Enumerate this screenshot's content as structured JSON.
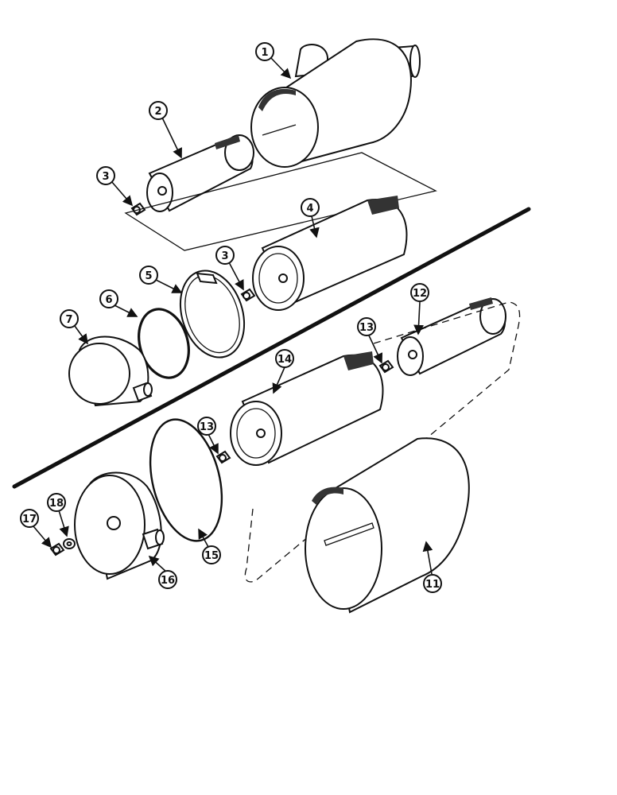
{
  "callouts": {
    "c1": "1",
    "c2": "2",
    "c3a": "3",
    "c3b": "3",
    "c4": "4",
    "c5": "5",
    "c6": "6",
    "c7": "7",
    "c11": "11",
    "c12": "12",
    "c13a": "13",
    "c13b": "13",
    "c14": "14",
    "c15": "15",
    "c16": "16",
    "c17": "17",
    "c18": "18"
  },
  "colors": {
    "ink": "#111111",
    "paper": "#ffffff"
  }
}
